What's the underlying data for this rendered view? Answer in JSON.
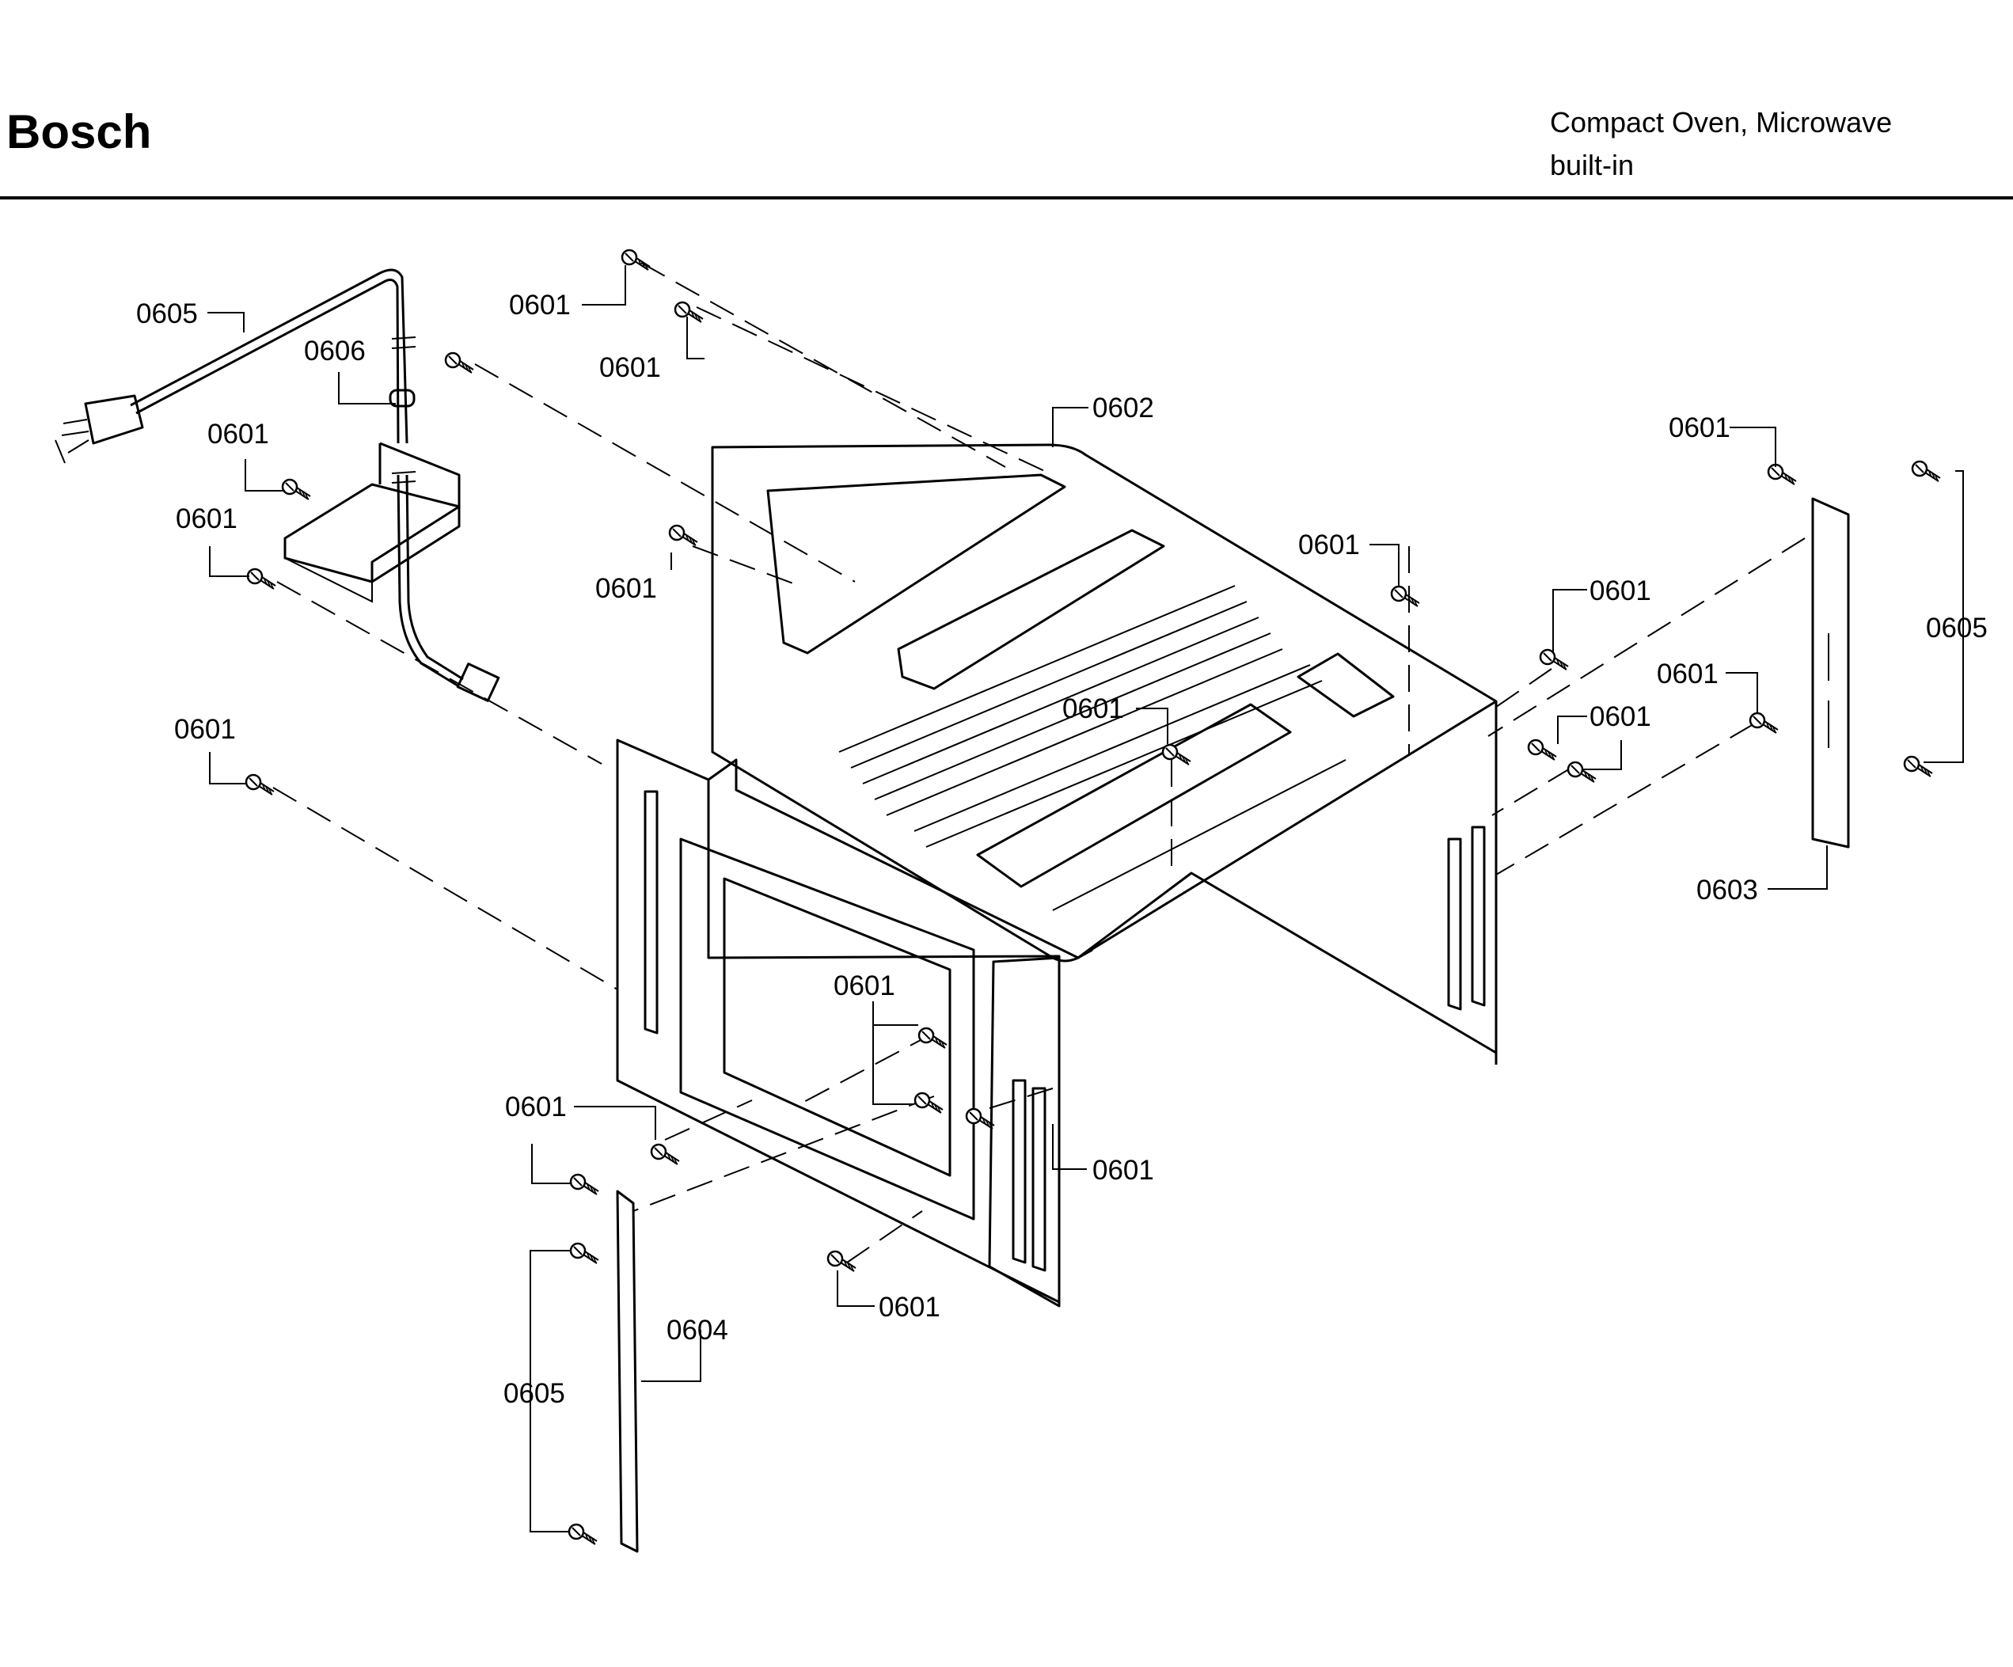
{
  "header": {
    "brand": "Bosch",
    "product_line1": "Compact Oven, Microwave",
    "product_line2": "built-in"
  },
  "callouts": {
    "cord": "0605",
    "cord_clamp": "0606",
    "screw_top_left": "0601",
    "screw_top_mid": "0601",
    "screw_bracket_a": "0601",
    "screw_bracket_b": "0601",
    "screw_left_side": "0601",
    "screw_top_center": "0601",
    "cabinet": "0602",
    "screw_right_top": "0601",
    "screw_right_mid": "0601",
    "screw_center": "0601",
    "screw_rail_r_top": "0601",
    "screw_right_b": "0601",
    "screw_right_c": "0601",
    "rail_right_screws": "0605",
    "rail_right": "0603",
    "screw_front_mid": "0601",
    "screw_front_lower": "0601",
    "screw_bottom_a": "0601",
    "screw_bottom_b": "0601",
    "rail_left": "0604",
    "rail_left_screws": "0605"
  }
}
